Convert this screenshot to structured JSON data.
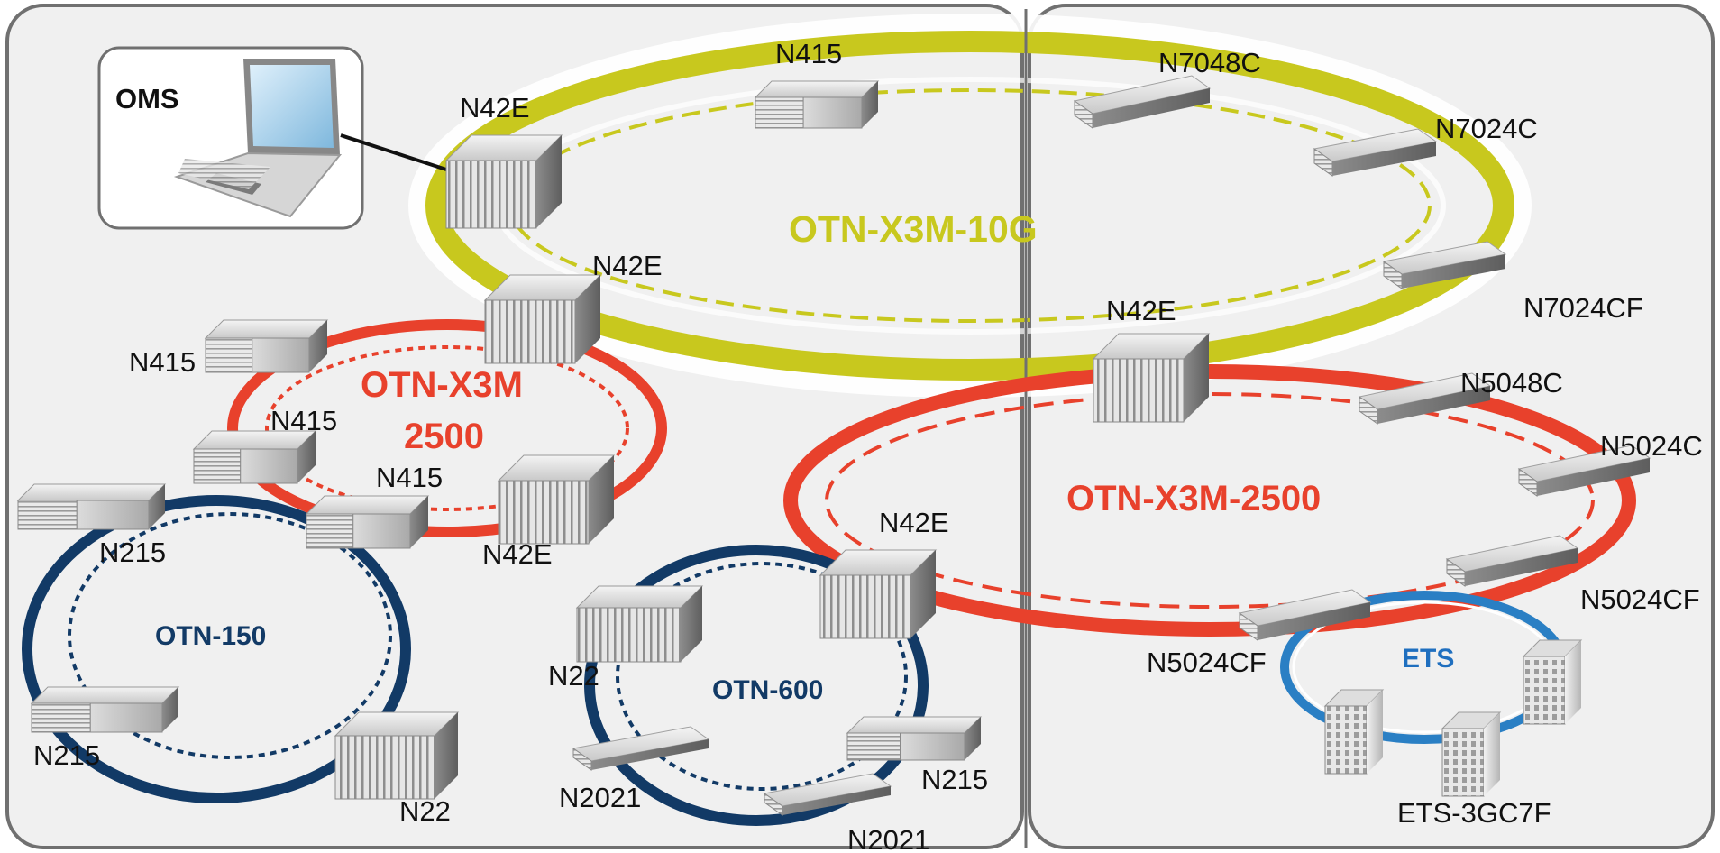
{
  "oms_label": "OMS",
  "rings": {
    "otn_x3m_10g": "OTN-X3M-10G",
    "otn_x3m_2500_left_line1": "OTN-X3M",
    "otn_x3m_2500_left_line2": "2500",
    "otn_x3m_2500_right": "OTN-X3M-2500",
    "otn_150": "OTN-150",
    "otn_600": "OTN-600",
    "ets": "ETS"
  },
  "nodes": {
    "n415_top": "N415",
    "n42e_top": "N42E",
    "n7048c": "N7048C",
    "n7024c": "N7024C",
    "n7024cf": "N7024CF",
    "n42e_upper_left": "N42E",
    "n42e_center": "N42E",
    "n415_left": "N415",
    "n415_mid": "N415",
    "n415_lower": "N415",
    "n42e_left_bottom": "N42E",
    "n215_left_top": "N215",
    "n215_left_bottom": "N215",
    "n22_left": "N22",
    "n42e_center_bottom": "N42E",
    "n22_mid": "N22",
    "n2021_left": "N2021",
    "n2021_bottom": "N2021",
    "n215_mid": "N215",
    "n5048c": "N5048C",
    "n5024c": "N5024C",
    "n5024cf_right": "N5024CF",
    "n5024cf_left": "N5024CF",
    "ets_3gc7f": "ETS-3GC7F"
  },
  "colors": {
    "ring_10g": "#c8c81e",
    "ring_10g_text": "#c8c81e",
    "ring_2500": "#e8412c",
    "ring_2500_text": "#e8412c",
    "ring_150_600": "#123a66",
    "ring_150_600_text": "#123a66",
    "ring_ets": "#2a7fc4",
    "ring_ets_text": "#1f6fbf",
    "panel_fill": "#f0f0f0",
    "panel_border": "#707070"
  }
}
